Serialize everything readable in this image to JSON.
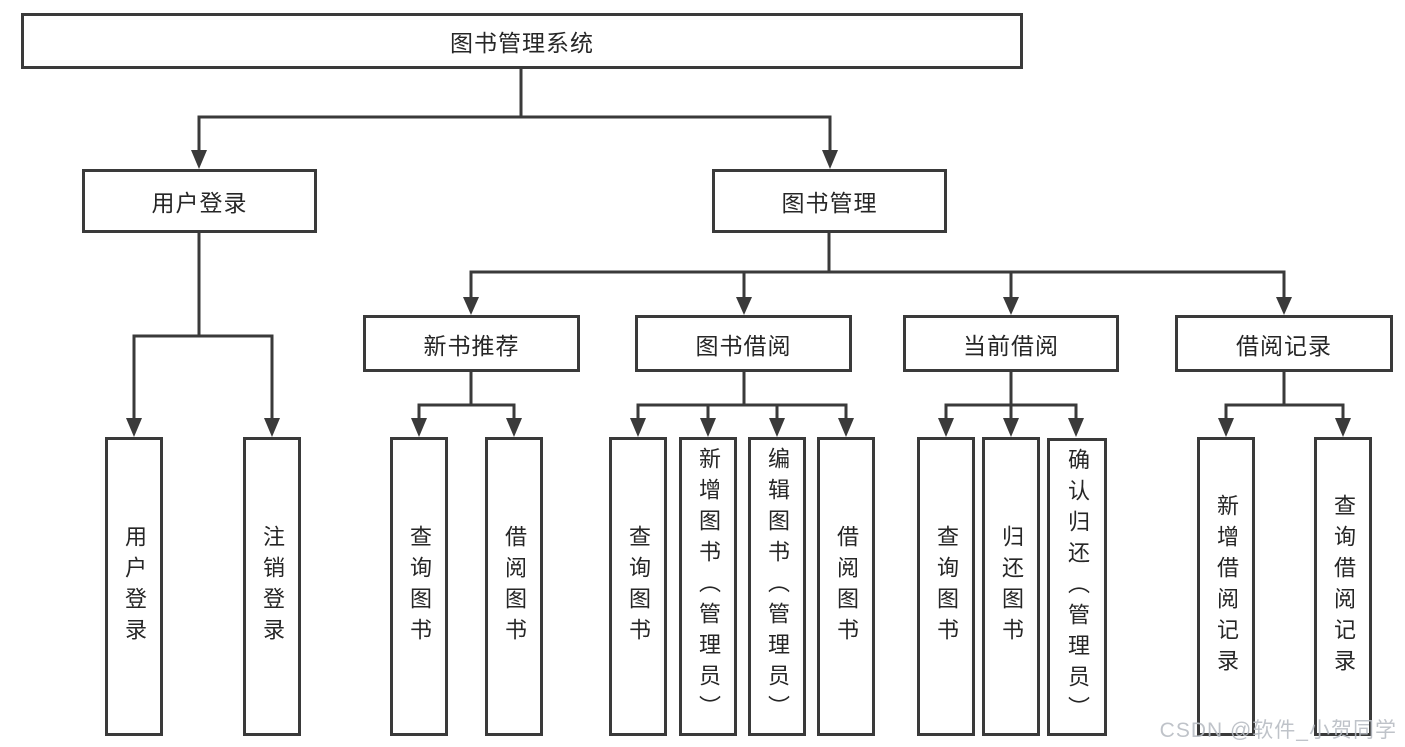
{
  "diagram": {
    "title": "图书管理系统",
    "root": {
      "label": "图书管理系统"
    },
    "level2": [
      {
        "label": "用户登录"
      },
      {
        "label": "图书管理"
      }
    ],
    "level3": [
      {
        "label": "新书推荐"
      },
      {
        "label": "图书借阅"
      },
      {
        "label": "当前借阅"
      },
      {
        "label": "借阅记录"
      }
    ],
    "leaves": {
      "user_login": [
        "用户登录",
        "注销登录"
      ],
      "new_books": [
        "查询图书",
        "借阅图书"
      ],
      "book_borrow": [
        "查询图书",
        "新增图书（管理员）",
        "编辑图书（管理员）",
        "借阅图书"
      ],
      "current_borrow": [
        "查询图书",
        "归还图书",
        "确认归还（管理员）"
      ],
      "borrow_records": [
        "新增借阅记录",
        "查询借阅记录"
      ]
    },
    "watermark": "CSDN @软件_小贺同学",
    "colors": {
      "line": "#3a3a3a",
      "text": "#262626",
      "watermark": "#b9bdc4",
      "background": "#ffffff"
    }
  }
}
